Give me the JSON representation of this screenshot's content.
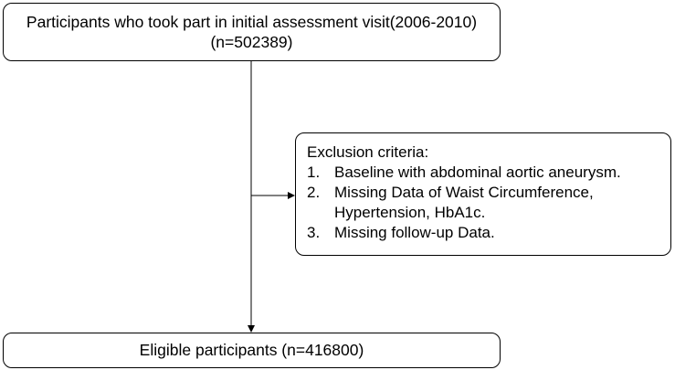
{
  "top": {
    "line1": "Participants who took part in initial assessment visit(2006-2010)",
    "line2": "(n=502389)"
  },
  "exclusion": {
    "heading": "Exclusion criteria:",
    "items": [
      {
        "num": "1.",
        "lines": [
          "Baseline with abdominal aortic aneurysm."
        ]
      },
      {
        "num": "2.",
        "lines": [
          "Missing Data of Waist Circumference,",
          "Hypertension, HbA1c."
        ]
      },
      {
        "num": "3.",
        "lines": [
          "Missing follow-up Data."
        ]
      }
    ]
  },
  "bottom": {
    "label": "Eligible participants (n=416800)"
  }
}
